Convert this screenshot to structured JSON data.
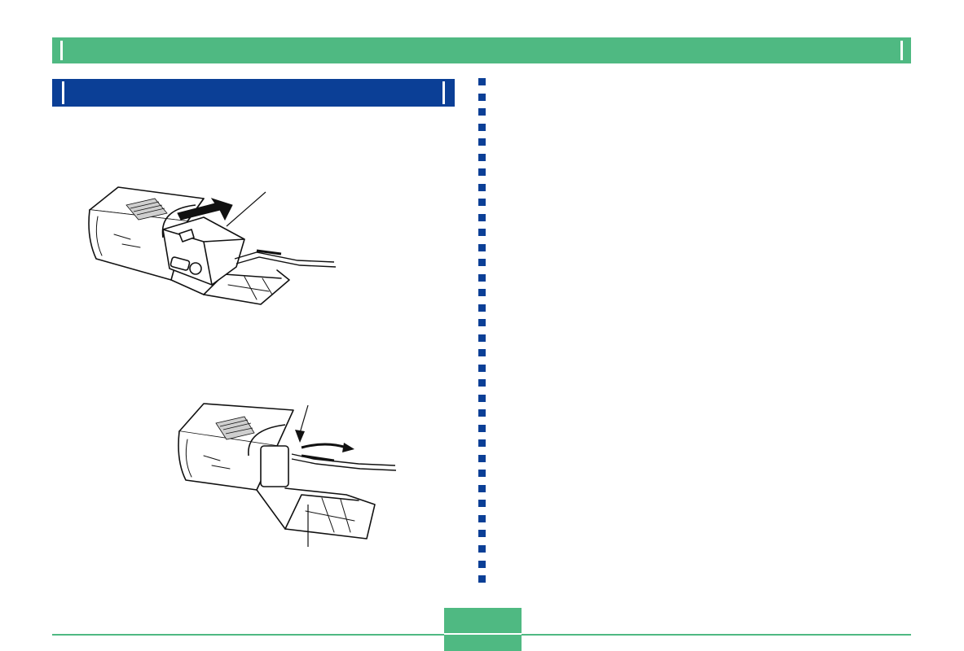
{
  "header": {
    "title": "",
    "accent_color": "#4fb982"
  },
  "section": {
    "title": "",
    "color": "#0b3f96"
  },
  "divider": {
    "style": "dotted-squares",
    "color": "#0b3f96"
  },
  "figures": [
    {
      "name": "camera-removal-from-case",
      "icons": [
        "arrow-icon",
        "camera-icon",
        "case-icon",
        "strap-icon"
      ]
    },
    {
      "name": "strap-release-from-case",
      "icons": [
        "arrow-icon",
        "case-icon",
        "strap-icon"
      ]
    }
  ],
  "footer": {
    "page_number": ""
  }
}
